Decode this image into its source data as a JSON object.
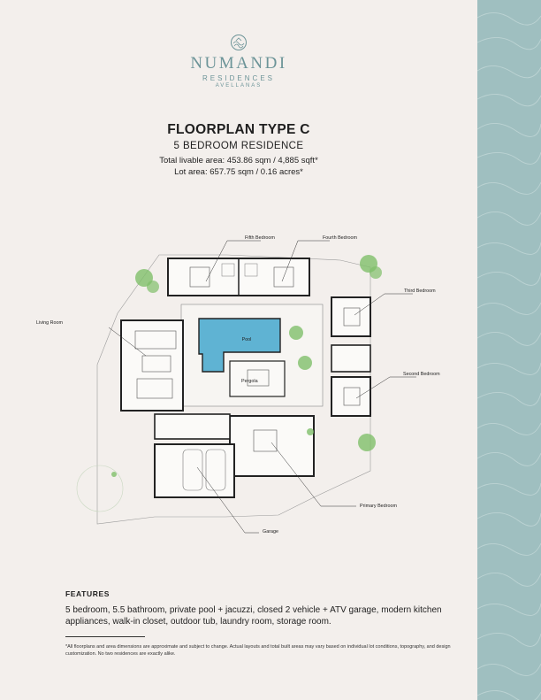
{
  "brand": {
    "name": "NUMANDI",
    "subtitle": "RESIDENCES",
    "location": "AVELLANAS",
    "accent_color": "#6c9498",
    "sidebar_color": "#9fbfc0"
  },
  "heading": {
    "title": "FLOORPLAN TYPE C",
    "subtitle": "5 BEDROOM RESIDENCE",
    "total_area": "Total livable area: 453.86 sqm / 4,885 sqft*",
    "lot_area": "Lot area: 657.75 sqm / 0.16 acres*"
  },
  "plan": {
    "labels": {
      "fifth_bedroom": "Fifth Bedroom",
      "fourth_bedroom": "Fourth Bedroom",
      "third_bedroom": "Third Bedroom",
      "living_room": "Living Room",
      "pool": "Pool",
      "pergola": "Pergola",
      "second_bedroom": "Second Bedroom",
      "primary_bedroom": "Primary Bedroom",
      "garage": "Garage"
    },
    "pool_color": "#5fb3d3"
  },
  "features": {
    "heading": "FEATURES",
    "text": "5 bedroom, 5.5 bathroom, private pool + jacuzzi, closed 2 vehicle + ATV garage, modern kitchen appliances, walk-in closet, outdoor tub, laundry room, storage room."
  },
  "footnote": "*All floorplans and area dimensions are approximate and subject to change. Actual layouts and total built areas may vary based on individual lot conditions, topography, and design customization. No two residences are exactly alike."
}
